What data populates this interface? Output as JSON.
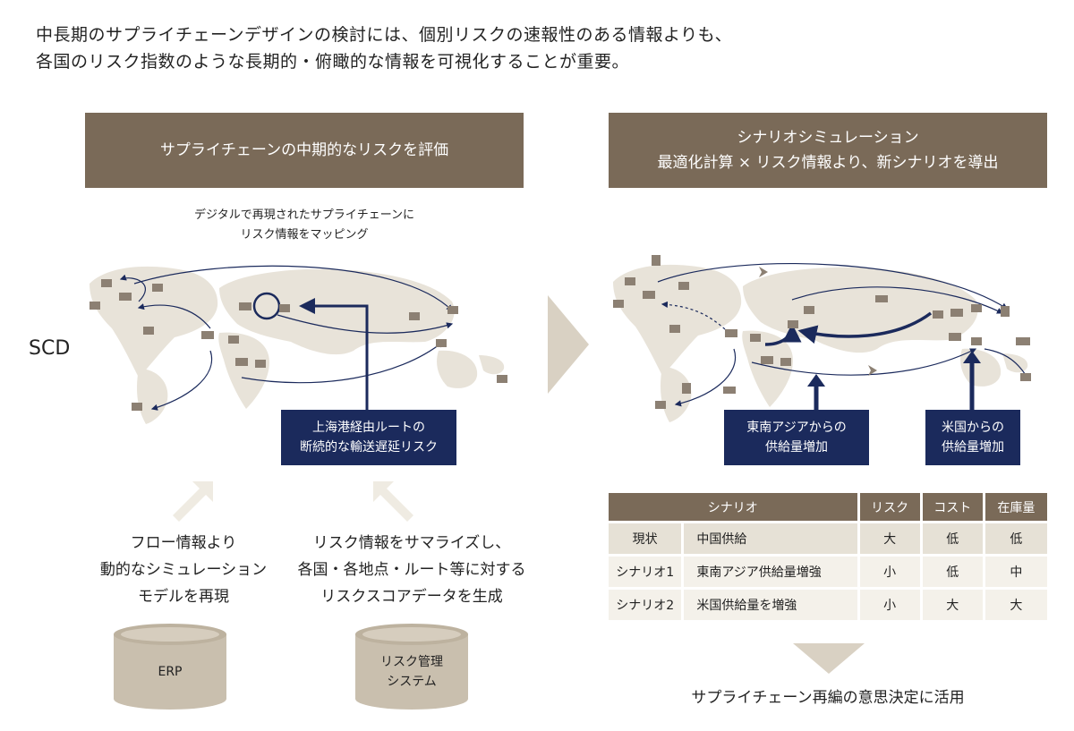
{
  "intro": {
    "line1": "中長期のサプライチェーンデザインの検討には、個別リスクの速報性のある情報よりも、",
    "line2": "各国のリスク指数のような長期的・俯瞰的な情報を可視化することが重要。"
  },
  "left": {
    "banner": "サプライチェーンの中期的なリスクを評価",
    "caption_line1": "デジタルで再現されたサプライチェーンに",
    "caption_line2": "リスク情報をマッピング",
    "scd_label": "SCD",
    "risk_box_line1": "上海港経由ルートの",
    "risk_box_line2": "断続的な輸送遅延リスク",
    "desc_erp_line1": "フロー情報より",
    "desc_erp_line2": "動的なシミュレーション",
    "desc_erp_line3": "モデルを再現",
    "desc_risk_line1": "リスク情報をサマライズし、",
    "desc_risk_line2": "各国・各地点・ルート等に対する",
    "desc_risk_line3": "リスクスコアデータを生成",
    "cyl_erp": "ERP",
    "cyl_risk_line1": "リスク管理",
    "cyl_risk_line2": "システム"
  },
  "right": {
    "banner_line1": "シナリオシミュレーション",
    "banner_line2": "最適化計算 × リスク情報より、新シナリオを導出",
    "box_sea_line1": "東南アジアからの",
    "box_sea_line2": "供給量増加",
    "box_us_line1": "米国からの",
    "box_us_line2": "供給量増加",
    "table": {
      "headers": [
        "シナリオ",
        "リスク",
        "コスト",
        "在庫量"
      ],
      "rows": [
        {
          "label": "現状",
          "name": "中国供給",
          "risk": "大",
          "cost": "低",
          "stock": "低"
        },
        {
          "label": "シナリオ1",
          "name": "東南アジア供給量増強",
          "risk": "小",
          "cost": "低",
          "stock": "中"
        },
        {
          "label": "シナリオ2",
          "name": "米国供給量を増強",
          "risk": "小",
          "cost": "大",
          "stock": "大"
        }
      ]
    },
    "final": "サプライチェーン再編の意思決定に活用"
  },
  "colors": {
    "banner": "#7a6a58",
    "navy": "#1b2a5c",
    "map": "#e8e3d9",
    "cylinder": "#c9bfae",
    "arrow_light": "#efebe2",
    "chevron": "#d9d1c3"
  }
}
